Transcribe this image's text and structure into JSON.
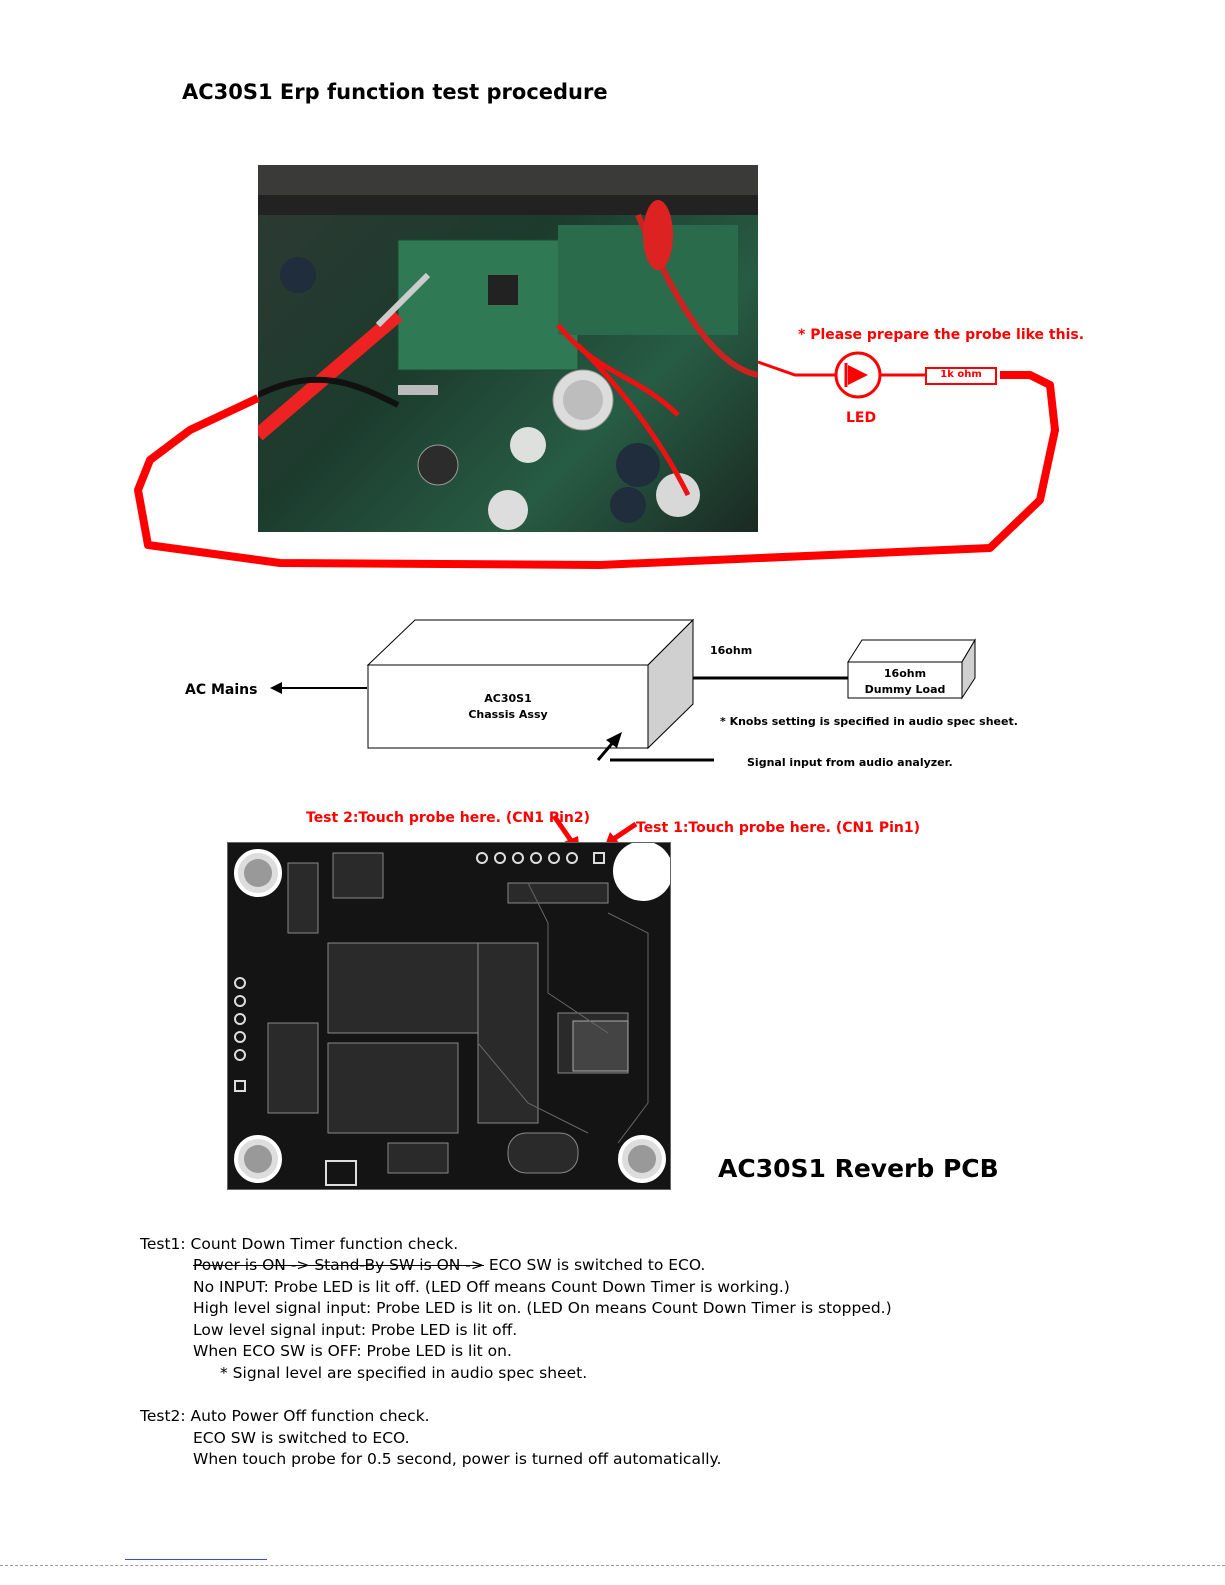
{
  "title": "AC30S1 Erp function test procedure",
  "probe_note": "* Please prepare the probe like this.",
  "resistor_label": "1k ohm",
  "led_label": "LED",
  "diagram": {
    "ac_mains": "AC Mains",
    "chassis_line1": "AC30S1",
    "chassis_line2": "Chassis Assy",
    "ohm_label": "16ohm",
    "load_line1": "16ohm",
    "load_line2": "Dummy Load",
    "knobs_note": "* Knobs setting is specified in audio spec sheet.",
    "signal_input": "Signal input from audio analyzer."
  },
  "pcb": {
    "test2_label": "Test 2:Touch probe here. (CN1 Pin2)",
    "test1_label": "Test 1:Touch probe here. (CN1 Pin1)",
    "title": "AC30S1 Reverb PCB"
  },
  "test1": {
    "heading": "Test1: Count Down Timer function check.",
    "struck": "Power is ON -> Stand-By SW is ON ->",
    "eco": " ECO SW is switched to ECO.",
    "no_input": "No INPUT: Probe LED is lit off. (LED Off means Count Down Timer is working.)",
    "high": "High level signal input: Probe LED is lit on.  (LED On means Count Down Timer is stopped.)",
    "low": "Low level signal input: Probe LED is lit off.",
    "eco_off": "When ECO SW is OFF: Probe LED is lit on.",
    "note": "* Signal level are specified in audio spec sheet."
  },
  "test2": {
    "heading": "Test2: Auto Power Off function check.",
    "eco": "ECO SW is switched to ECO.",
    "touch": "When touch probe for 0.5 second, power is turned off automatically."
  },
  "colors": {
    "probe_red": "#ff0000",
    "pcb_bg": "#111111",
    "board_green": "#275c44"
  }
}
